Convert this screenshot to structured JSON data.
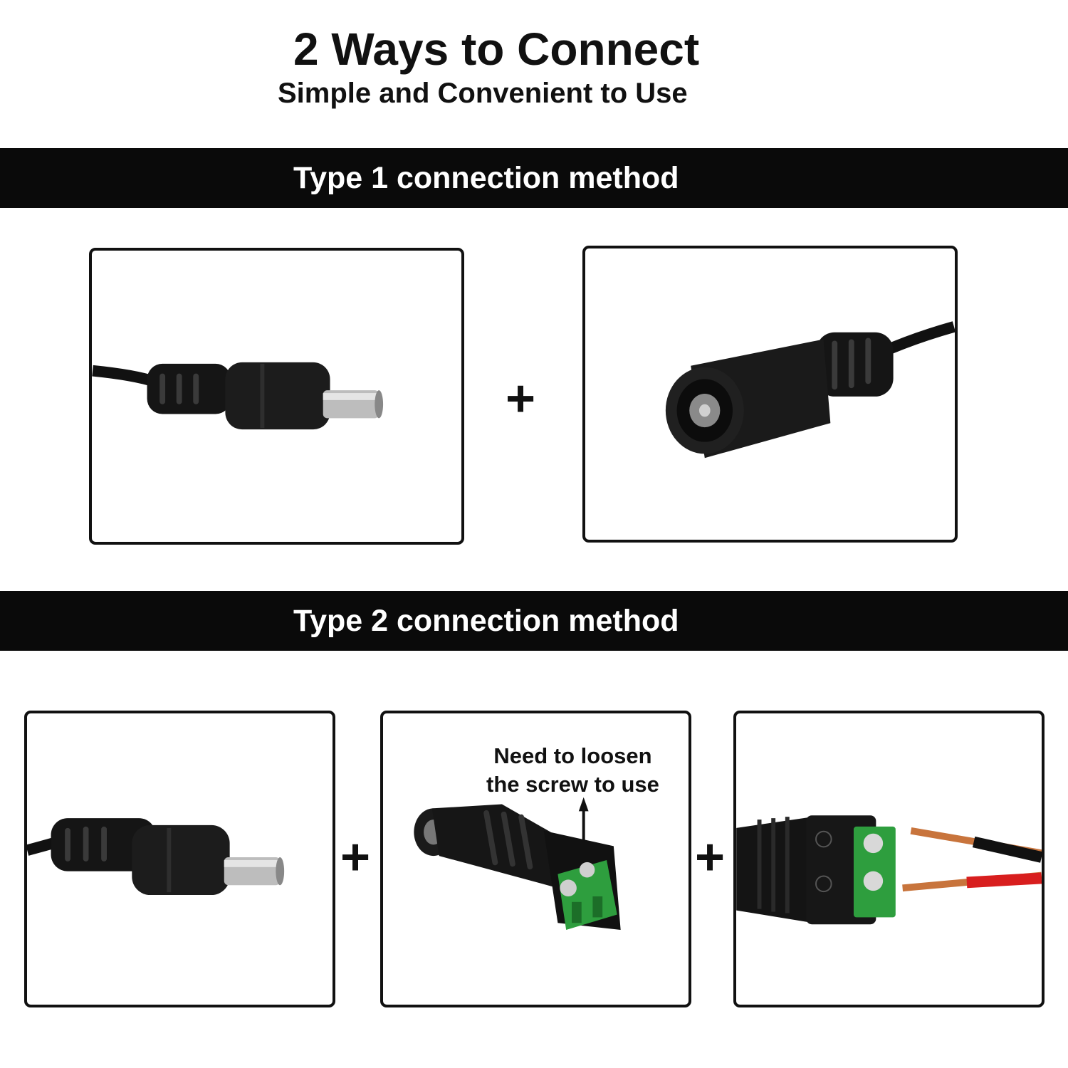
{
  "header": {
    "title": "2 Ways to Connect",
    "subtitle": "Simple and Convenient to Use"
  },
  "sections": [
    {
      "label": "Type 1 connection method"
    },
    {
      "label": "Type 2 connection method"
    }
  ],
  "type1": {
    "plus": "+"
  },
  "type2": {
    "plus_1": "+",
    "plus_2": "+",
    "note_line1": "Need to loosen",
    "note_line2": "the screw to use"
  },
  "colors": {
    "band": "#0a0a0a",
    "terminal_green": "#2e9e3e",
    "wire_red": "#d81e1e",
    "copper": "#c8743c"
  }
}
